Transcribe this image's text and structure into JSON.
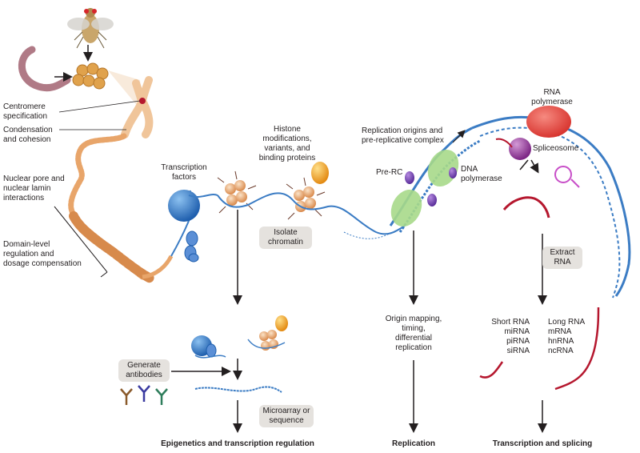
{
  "labels": {
    "centromere": "Centromere\nspecification",
    "condensation": "Condensation\nand cohesion",
    "nuclear_pore": "Nuclear pore and\nnuclear lamin\ninteractions",
    "domain_level": "Domain-level\nregulation and\ndosage compensation",
    "transcription_factors": "Transcription\nfactors",
    "histone": "Histone\nmodifications,\nvariants, and\nbinding proteins",
    "replication_origins": "Replication origins and\npre-replicative complex",
    "pre_rc": "Pre-RC",
    "dna_polymerase": "DNA\npolymerase",
    "rna_polymerase": "RNA\npolymerase",
    "spliceosome": "Spliceosome",
    "origin_mapping": "Origin mapping,\ntiming,\ndifferential\nreplication",
    "short_rna": "Short RNA\nmiRNA\npiRNA\nsiRNA",
    "long_rna": "Long RNA\nmRNA\nhnRNA\nncRNA"
  },
  "boxes": {
    "isolate_chromatin": "Isolate\nchromatin",
    "extract_rna": "Extract\nRNA",
    "generate_antibodies": "Generate\nantibodies",
    "microarray": "Microarray or\nsequence"
  },
  "outcomes": {
    "epigenetics": "Epigenetics and transcription regulation",
    "replication": "Replication",
    "transcription": "Transcription and splicing"
  },
  "colors": {
    "dna_blue": "#3b7cc4",
    "chromatin_orange": "#e8a56a",
    "rna_red": "#b5172e",
    "polymerase_red": "#e0433a",
    "spliceosome_purple": "#9b3fa0",
    "prerc_green": "#a7d98a",
    "tf_blue": "#2f74c9",
    "protein_orange": "#f5a623",
    "box_gray": "#e5e2de"
  }
}
